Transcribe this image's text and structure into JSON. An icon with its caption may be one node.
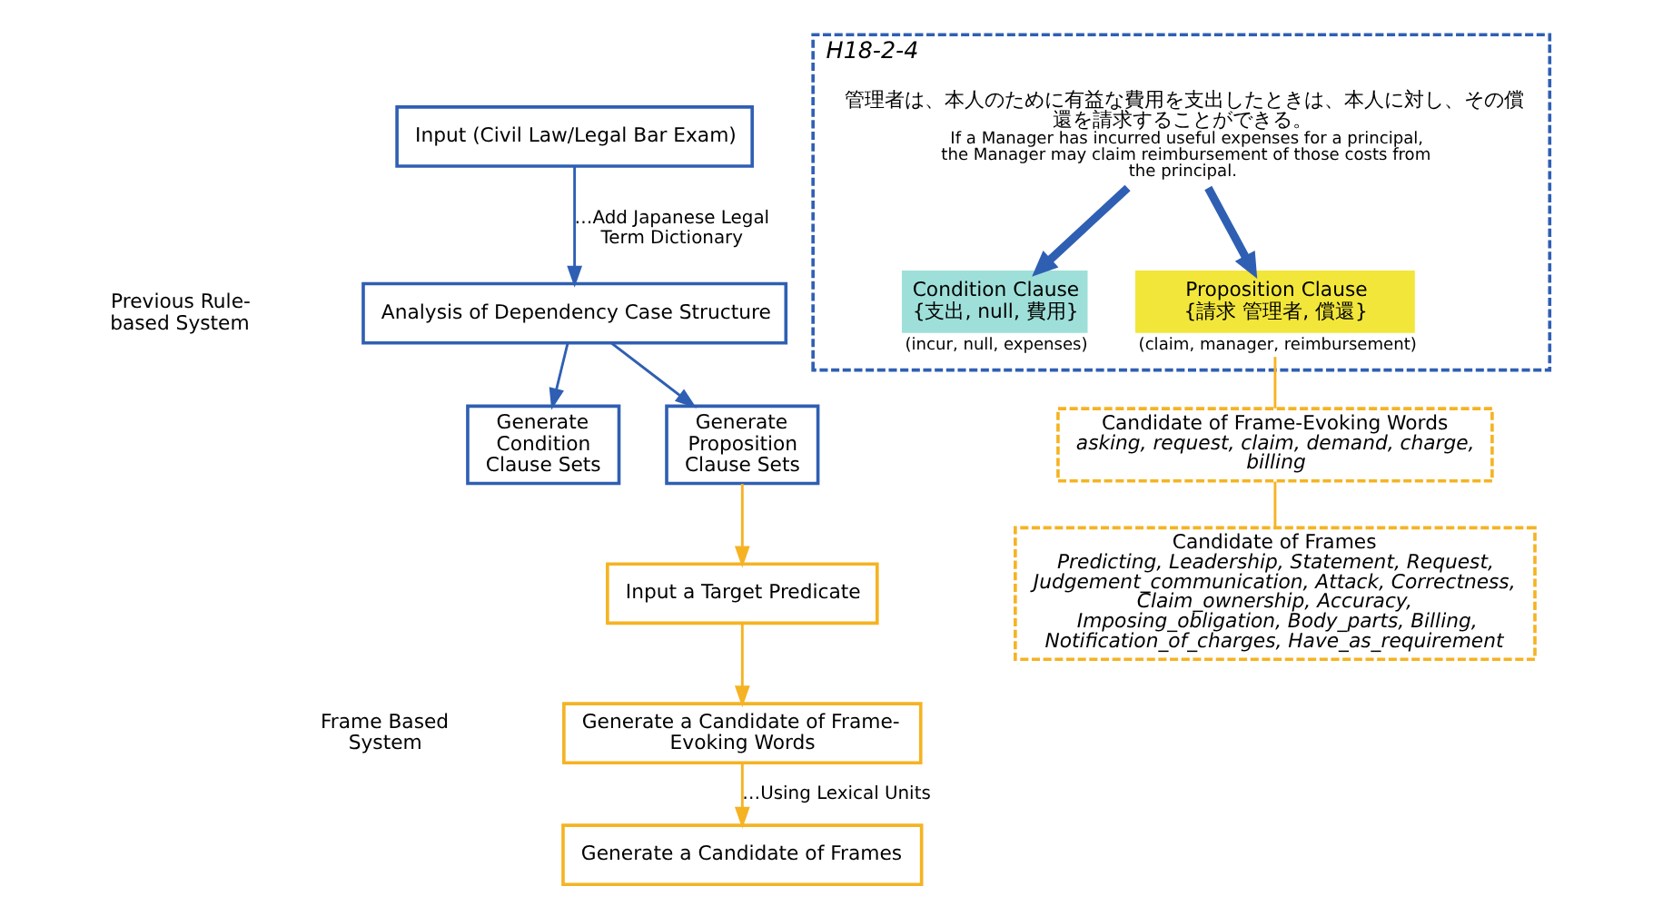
{
  "diagram": {
    "nodes": [
      {
        "text": [
          "Input (Civil Law/Legal Bar Exam)"
        ]
      },
      {
        "text": [
          "Analysis of Dependency Case Structure"
        ]
      },
      {
        "text": [
          "Generate Condition Clause Sets"
        ]
      },
      {
        "text": [
          "Generate Proposition Clause Sets"
        ]
      },
      {
        "text": [
          "Input a Target Predicate"
        ]
      },
      {
        "text": [
          "Generate a Candidate of Frame-Evoking Words"
        ]
      },
      {
        "text": [
          "Generate a Candidate of Frames"
        ]
      },
      {
        "text": [
          "H18-2-4"
        ]
      },
      {
        "text": [
          "管理者は、本人のために有益な費用を支出したときは、本人に対し、その償還を請求することができる。",
          "If a Manager has incurred useful expenses for a principal, the Manager may claim reimbursement of those costs from the principal."
        ],
        "in": 7
      },
      {
        "text": [
          "Condition Clause",
          "{支出, null, 費用}"
        ],
        "beside": [
          "(incur, null, expenses)"
        ],
        "in": 7
      },
      {
        "text": [
          "Proposition Clause",
          "{請求 管理者, 償還}"
        ],
        "beside": [
          "(claim, manager, reimbursement)"
        ],
        "in": 7
      },
      {
        "text": [
          "Candidate of Frame-Evoking Words",
          "asking, request, claim, demand, charge, billing"
        ]
      },
      {
        "text": [
          "Candidate of Frames",
          "Predicting, Leadership, Statement, Request, Judgement_communication, Attack, Correctness, Claim_ownership, Accuracy, Imposing_obligation, Body_parts, Billing, Notification_of_charges, Have_as_requirement"
        ]
      }
    ],
    "edges": [
      {
        "from": 0,
        "to": 1,
        "arrow": "to",
        "label": "…Add Japanese Legal Term Dictionary",
        "color": "#2f5fb3"
      },
      {
        "from": 1,
        "to": 2,
        "arrow": "to",
        "color": "#2f5fb3"
      },
      {
        "from": 1,
        "to": 3,
        "arrow": "to",
        "color": "#2f5fb3"
      },
      {
        "from": 3,
        "to": 4,
        "arrow": "to",
        "color": "#f5b323"
      },
      {
        "from": 4,
        "to": 5,
        "arrow": "to",
        "color": "#f5b323"
      },
      {
        "from": 5,
        "to": 6,
        "arrow": "to",
        "label": "…Using Lexical Units",
        "color": "#f5b323"
      },
      {
        "from": 8,
        "to": 9,
        "arrow": "to",
        "style": "thick",
        "color": "#2f5fb3"
      },
      {
        "from": 8,
        "to": 10,
        "arrow": "to",
        "style": "thick",
        "color": "#2f5fb3"
      },
      {
        "from": 10,
        "to": 11,
        "arrow": "none",
        "color": "#f5b323"
      },
      {
        "from": 11,
        "to": 12,
        "arrow": "none",
        "color": "#f5b323"
      }
    ],
    "labels": [
      "Previous Rule-based System",
      "Frame Based System"
    ]
  }
}
